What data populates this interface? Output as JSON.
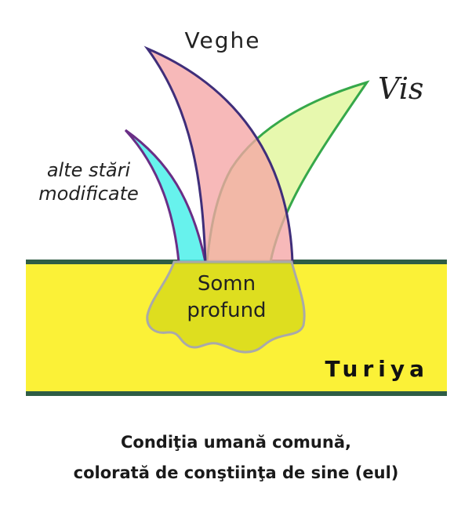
{
  "labels": {
    "waking": "Veghe",
    "dream": "Vis",
    "other_states_line1": "alte stări",
    "other_states_line2": "modificate",
    "deep_sleep_line1": "Somn",
    "deep_sleep_line2": "profund",
    "turiya": "Turiya"
  },
  "caption": {
    "line1": "Condiţia umană comună,",
    "line2": "colorată de conştiinţa de sine (eul)"
  },
  "colors": {
    "band_fill": "#fbf137",
    "band_border": "#2f5d45",
    "deep_sleep_fill": "#d9db1d",
    "deep_sleep_stroke": "#a9a9a9",
    "waking_fill": "#f5a5a5",
    "waking_stroke": "#3f2e7a",
    "dream_fill": "#e3f7a0",
    "dream_stroke": "#36a84a",
    "other_states_fill": "#4cf0ea",
    "other_states_stroke": "#6a2e86"
  }
}
